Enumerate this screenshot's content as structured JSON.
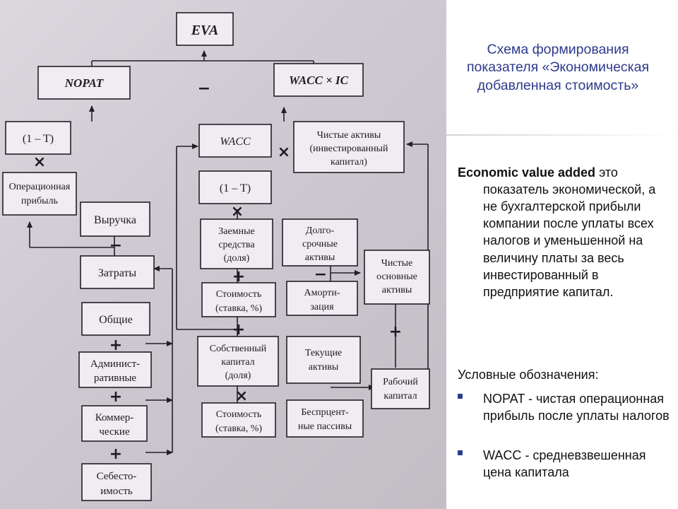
{
  "slide": {
    "title": "Схема формирования показателя «Экономическая добавленная стоимость»",
    "definition_term": "Economic value added",
    "definition_first": "это",
    "definition_rest": "показатель экономической, а не бухгалтерской прибыли компании после уплаты всех налогов и уменьшенной на величину платы за весь инвестированный в предприятие капитал.",
    "legend_label": "Условные обозначения:",
    "legend_items": [
      "NOPAT - чистая операционная прибыль после уплаты налогов",
      "WACC - средневзвешенная цена капитала"
    ]
  },
  "diagram": {
    "eva": "EVA",
    "nopat": "NOPAT",
    "wacc_ic": "WACC × IC",
    "one_minus_t_top": "(1 – T)",
    "operating_profit_1": "Операционная",
    "operating_profit_2": "прибыль",
    "revenue": "Выручка",
    "costs": "Затраты",
    "general": "Общие",
    "admin_1": "Админист-",
    "admin_2": "ративные",
    "commercial_1": "Коммер-",
    "commercial_2": "ческие",
    "cogs_1": "Себесто-",
    "cogs_2": "имость",
    "wacc": "WACC",
    "net_assets_1": "Чистые активы",
    "net_assets_2": "(инвестированный",
    "net_assets_3": "капитал)",
    "one_minus_t_mid": "(1 – T)",
    "debt_1": "Заемные",
    "debt_2": "средства",
    "debt_3": "(доля)",
    "debt_cost_1": "Стоимость",
    "debt_cost_2": "(ставка, %)",
    "equity_1": "Собственный",
    "equity_2": "капитал",
    "equity_3": "(доля)",
    "equity_cost_1": "Стоимость",
    "equity_cost_2": "(ставка, %)",
    "lt_assets_1": "Долго-",
    "lt_assets_2": "срочные",
    "lt_assets_3": "активы",
    "depreciation_1": "Аморти-",
    "depreciation_2": "зация",
    "net_fixed_1": "Чистые",
    "net_fixed_2": "основные",
    "net_fixed_3": "активы",
    "current_assets_1": "Текущие",
    "current_assets_2": "активы",
    "non_interest_1": "Беспрцент-",
    "non_interest_2": "ные пассивы",
    "working_capital_1": "Рабочий",
    "working_capital_2": "капитал",
    "sign_minus": "−",
    "sign_times": "×",
    "sign_plus": "+"
  }
}
